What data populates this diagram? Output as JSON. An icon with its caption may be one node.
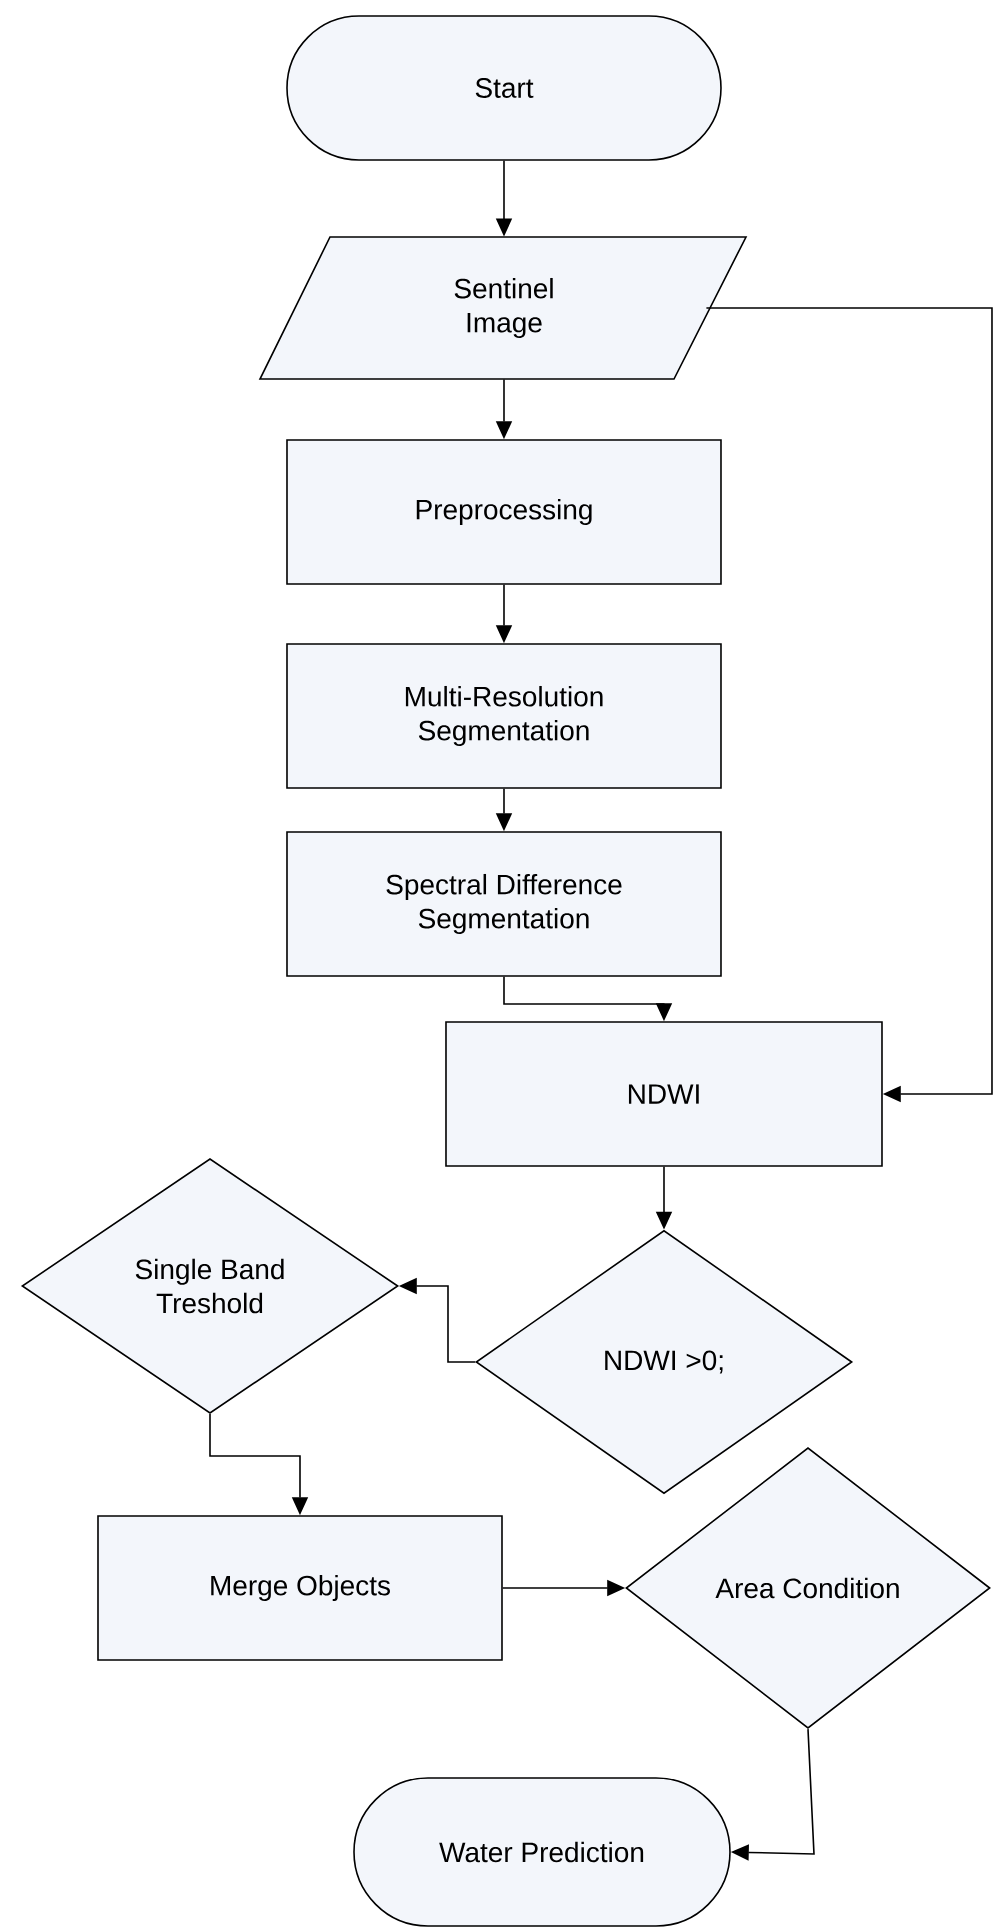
{
  "diagram": {
    "nodes": [
      {
        "text": [
          "Start"
        ]
      },
      {
        "text": [
          "Sentinel Image"
        ]
      },
      {
        "text": [
          "Preprocessing"
        ]
      },
      {
        "text": [
          "Multi-Resolution Segmentation"
        ]
      },
      {
        "text": [
          "Spectral Difference Segmentation"
        ]
      },
      {
        "text": [
          "NDWI"
        ]
      },
      {
        "text": [
          "NDWI >0;"
        ]
      },
      {
        "text": [
          "Single Band Treshold"
        ]
      },
      {
        "text": [
          "Merge Objects"
        ]
      },
      {
        "text": [
          "Area Condition"
        ]
      },
      {
        "text": [
          "Water Prediction"
        ]
      }
    ],
    "edges": [
      {
        "from": 0,
        "to": 1,
        "arrow": "to"
      },
      {
        "from": 1,
        "to": 2,
        "arrow": "to"
      },
      {
        "from": 2,
        "to": 3,
        "arrow": "to"
      },
      {
        "from": 3,
        "to": 4,
        "arrow": "to"
      },
      {
        "from": 4,
        "to": 5,
        "arrow": "to"
      },
      {
        "from": 1,
        "to": 5,
        "arrow": "to"
      },
      {
        "from": 5,
        "to": 6,
        "arrow": "to"
      },
      {
        "from": 6,
        "to": 7,
        "arrow": "to"
      },
      {
        "from": 7,
        "to": 8,
        "arrow": "to"
      },
      {
        "from": 8,
        "to": 9,
        "arrow": "to"
      },
      {
        "from": 9,
        "to": 10,
        "arrow": "to"
      }
    ]
  }
}
